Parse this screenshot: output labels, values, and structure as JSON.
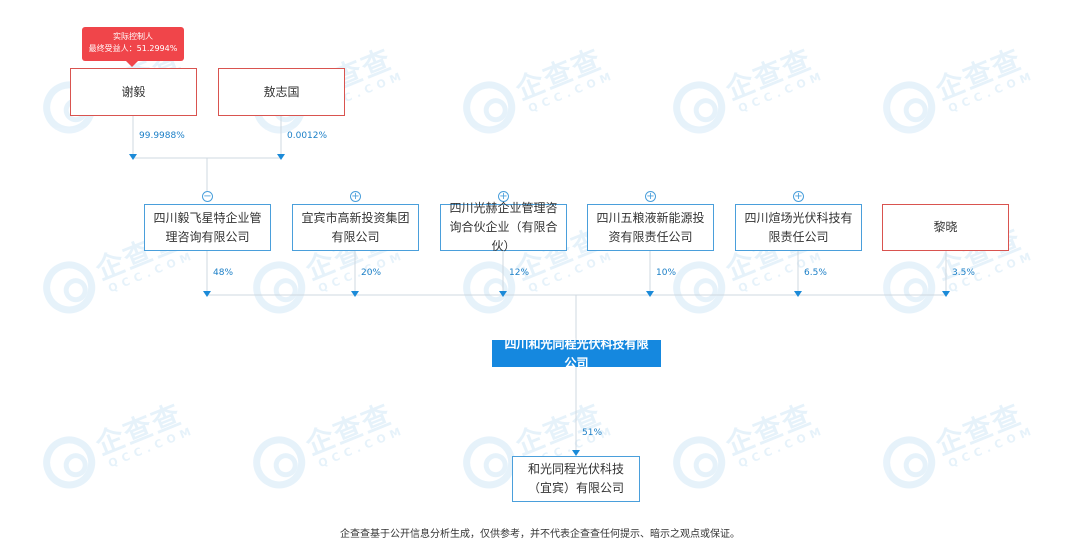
{
  "badge": {
    "line1": "实际控制人",
    "line2": "最终受益人：51.2994%"
  },
  "top_shareholders": [
    {
      "name": "谢毅",
      "type": "person",
      "percent": "99.9988%"
    },
    {
      "name": "敖志国",
      "type": "person",
      "percent": "0.0012%"
    }
  ],
  "mid_shareholders": [
    {
      "name": "四川毅飞星特企业管理咨询有限公司",
      "toggle": "−",
      "percent": "48%"
    },
    {
      "name": "宜宾市高新投资集团有限公司",
      "toggle": "+",
      "percent": "20%"
    },
    {
      "name": "四川光赫企业管理咨询合伙企业（有限合伙）",
      "toggle": "+",
      "percent": "12%"
    },
    {
      "name": "四川五粮液新能源投资有限责任公司",
      "toggle": "+",
      "percent": "10%"
    },
    {
      "name": "四川煊场光伏科技有限责任公司",
      "toggle": "+",
      "percent": "6.5%"
    },
    {
      "name": "黎晓",
      "type": "person",
      "percent": "3.5%"
    }
  ],
  "target": {
    "name": "四川和光同程光伏科技有限公司"
  },
  "subsidiary": {
    "name": "和光同程光伏科技（宜宾）有限公司",
    "percent": "51%"
  },
  "watermark": {
    "text": "企查查",
    "sub": "QCC.COM"
  },
  "footer": "企查查基于公开信息分析生成，仅供参考，并不代表企查查任何提示、暗示之观点或保证。",
  "colors": {
    "link": "#4a9fdb",
    "person_border": "#d9534f",
    "target_bg": "#1588df",
    "badge_bg": "#f0454a"
  }
}
